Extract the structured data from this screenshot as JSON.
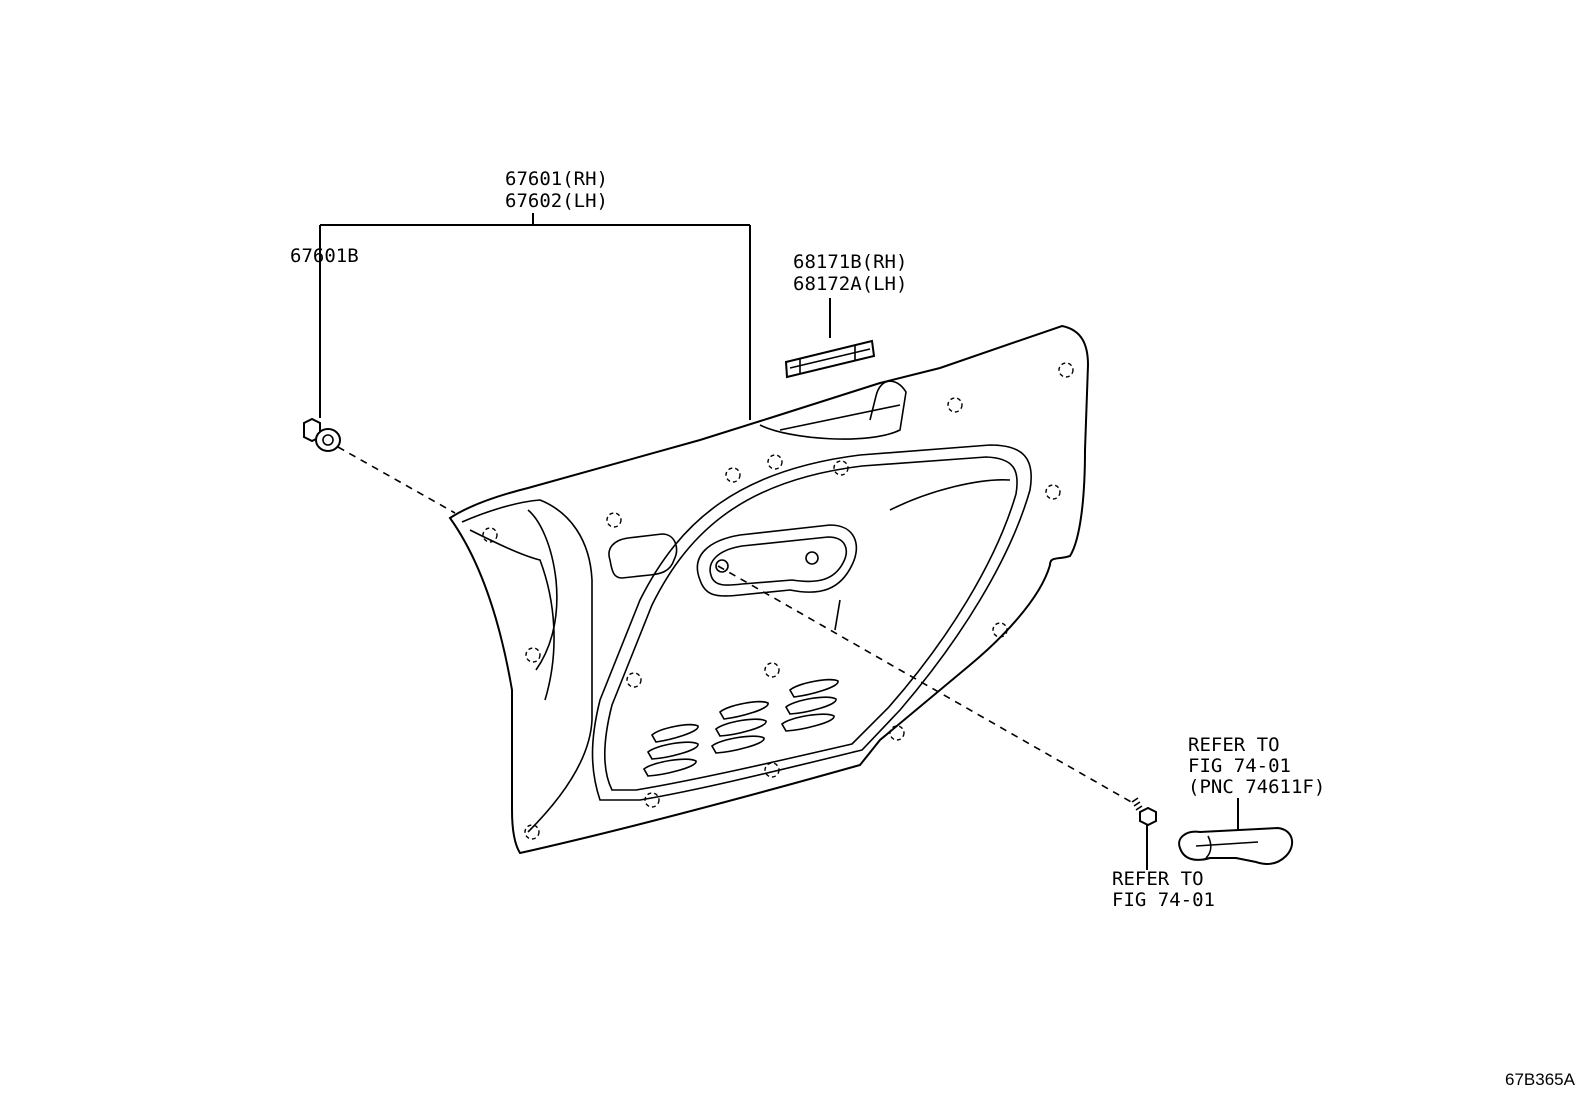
{
  "labels": {
    "trim_rh": "67601(RH)",
    "trim_lh": "67602(LH)",
    "clip": "67601B",
    "weather_rh": "68171B(RH)",
    "weather_lh": "68172A(LH)",
    "grip_ref_1": "REFER TO",
    "grip_ref_2": "FIG 74-01",
    "grip_ref_3": "(PNC 74611F)",
    "screw_ref_1": "REFER TO",
    "screw_ref_2": "FIG 74-01"
  },
  "diagram_code": "67B365A"
}
